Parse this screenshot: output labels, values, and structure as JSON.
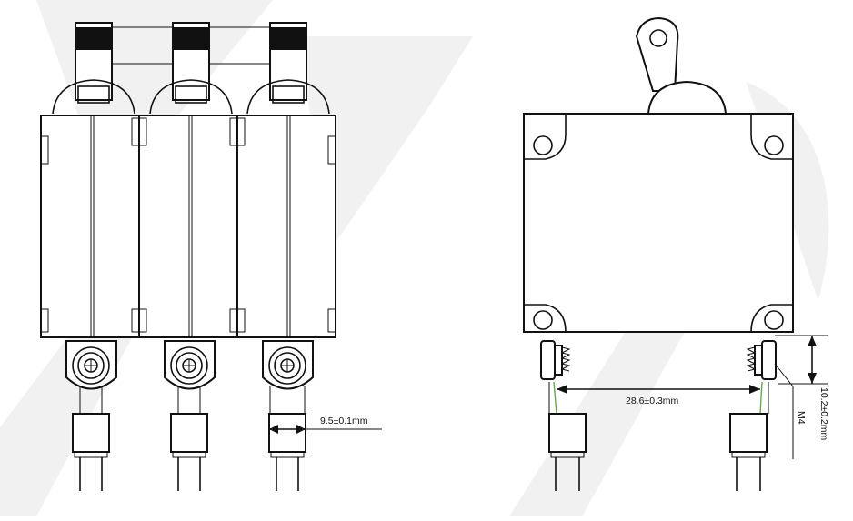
{
  "figure": {
    "dimensions": {
      "lug_width": "9.5±0.1mm",
      "terminal_spacing": "28.6±0.3mm",
      "terminal_height": "10.2±0.2mm",
      "screw_thread": "M4"
    },
    "views": [
      "front-view-three-pole",
      "side-view"
    ],
    "colors": {
      "line": "#111111",
      "background": "#ffffff",
      "wire_accent": "#6aa84f",
      "watermark": "#f2f2f2"
    }
  }
}
